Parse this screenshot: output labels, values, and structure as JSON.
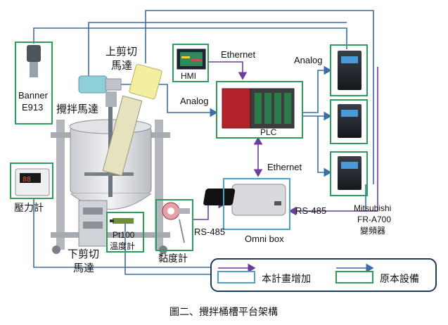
{
  "labels": {
    "banner_line1": "Banner",
    "banner_line2": "E913",
    "upper_cutter_line1": "上剪切",
    "upper_cutter_line2": "馬達",
    "stirring_motor": "攪拌馬達",
    "hmi": "HMI",
    "ethernet_top": "Ethernet",
    "analog_left": "Analog",
    "analog_right": "Analog",
    "plc": "PLC",
    "ethernet_mid": "Ethernet",
    "pressure_gauge": "壓力計",
    "pt100_line1": "Pt100",
    "pt100_line2": "溫度計",
    "lower_cutter_line1": "下剪切",
    "lower_cutter_line2": "馬達",
    "viscometer": "黏度計",
    "rs485_left": "RS-485",
    "rs485_right": "RS-485",
    "omni_box": "Omni box",
    "vfd_line1": "Mitsubishi",
    "vfd_line2": "FR-A700",
    "vfd_line3": "變頻器"
  },
  "legend": {
    "new_label": "本計畫增加",
    "existing_label": "原本設備"
  },
  "caption": "圖二、攪拌桶槽平台架構",
  "colors": {
    "new_equipment_border": "#4aa3c8",
    "existing_equipment_border": "#2e9d5b",
    "analog_line": "#3a6ea5",
    "ethernet_rs485_line": "#6a3f9a",
    "legend_border": "#1f3b5a"
  }
}
